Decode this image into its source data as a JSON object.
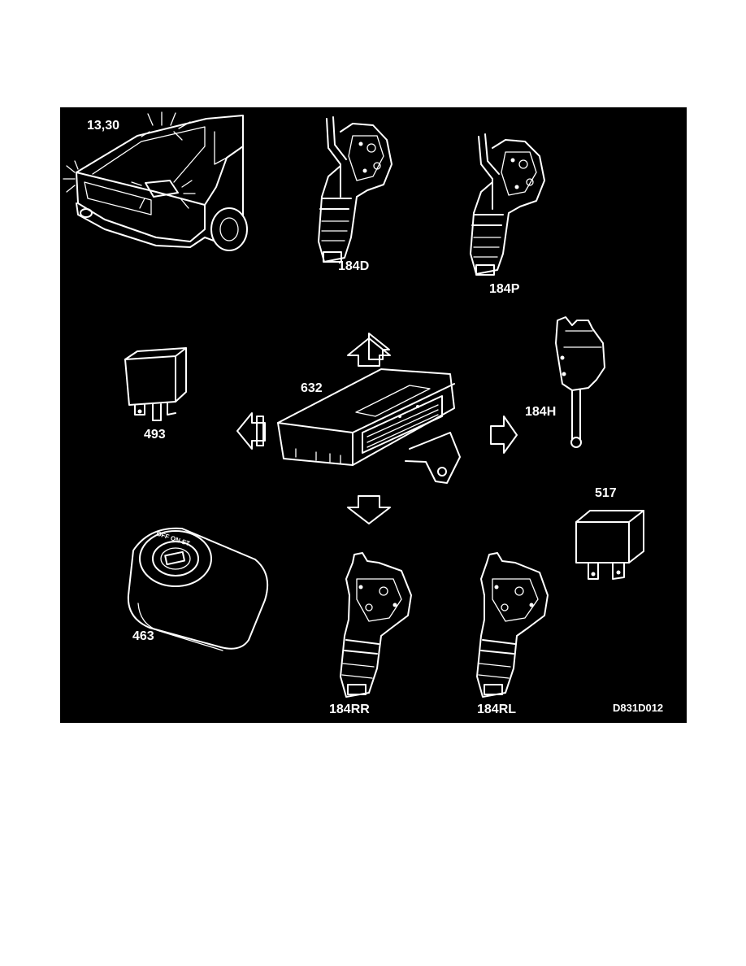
{
  "diagram": {
    "background": "#000000",
    "foreground": "#ffffff",
    "labels": {
      "lamps": "13,30",
      "lock_driver": "184D",
      "lock_passenger": "184P",
      "lock_hatch": "184H",
      "relay_left": "493",
      "control_module": "632",
      "relay_right": "517",
      "ignition_switch": "463",
      "lock_rear_right": "184RR",
      "lock_rear_left": "184RL",
      "figure_code": "D831D012"
    },
    "switch_markings": "OFF ON ST"
  }
}
